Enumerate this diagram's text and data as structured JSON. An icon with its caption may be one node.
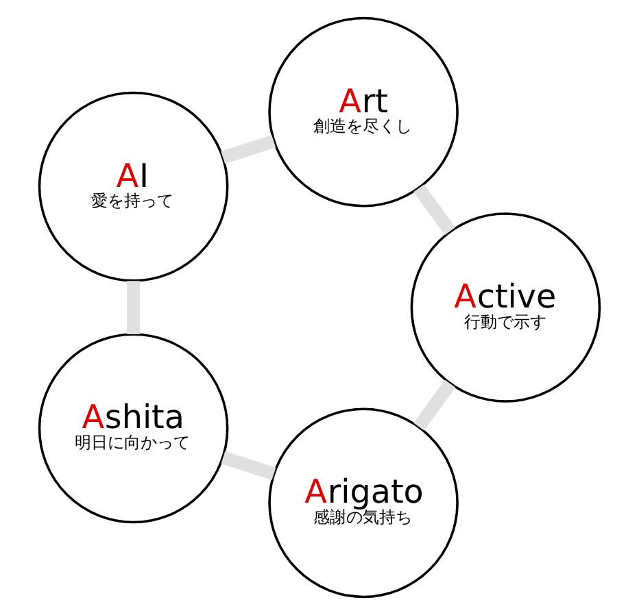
{
  "diagram": {
    "nodes": [
      {
        "text": [
          "Arigato",
          "感謝の気持ち"
        ]
      },
      {
        "text": [
          "Active",
          "行動で示す"
        ]
      },
      {
        "text": [
          "Ashita",
          "明日に向かって"
        ]
      },
      {
        "text": [
          "Art",
          "創造を尽くし"
        ]
      },
      {
        "text": [
          "AI",
          "愛を持って"
        ]
      }
    ],
    "edges": [
      {
        "from": 0,
        "to": 2,
        "arrow": "none"
      },
      {
        "from": 2,
        "to": 4,
        "arrow": "none"
      },
      {
        "from": 4,
        "to": 3,
        "arrow": "none"
      },
      {
        "from": 3,
        "to": 1,
        "arrow": "none"
      },
      {
        "from": 1,
        "to": 0,
        "arrow": "none"
      }
    ]
  }
}
